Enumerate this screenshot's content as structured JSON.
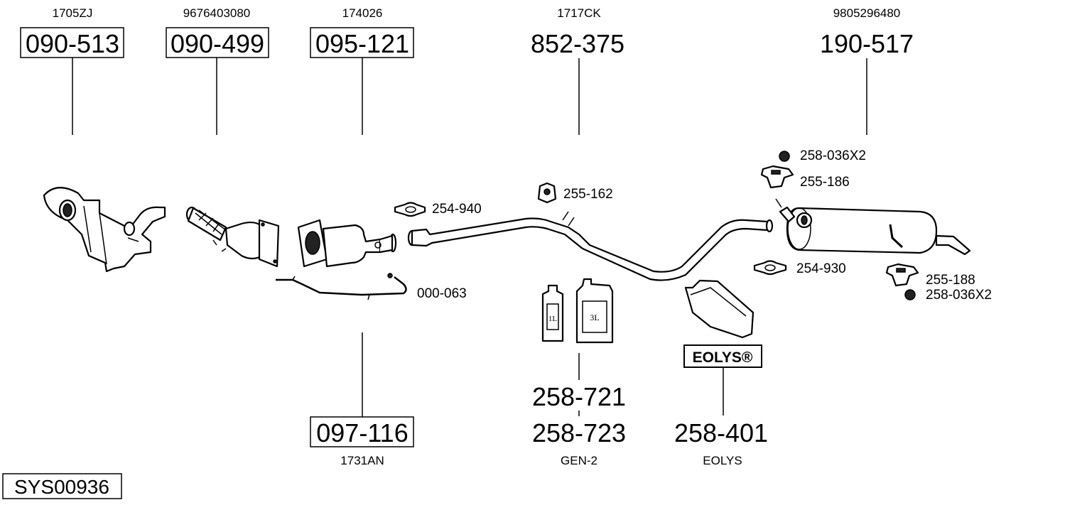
{
  "diagram_id": "SYS00936",
  "top_parts": [
    {
      "ref": "1705ZJ",
      "code": "090-513",
      "boxed": true
    },
    {
      "ref": "9676403080",
      "code": "090-499",
      "boxed": true
    },
    {
      "ref": "174026",
      "code": "095-121",
      "boxed": true
    },
    {
      "ref": "1717CK",
      "code": "852-375",
      "boxed": false
    },
    {
      "ref": "9805296480",
      "code": "190-517",
      "boxed": false
    }
  ],
  "bottom_parts": [
    {
      "code": "097-116",
      "ref": "1731AN",
      "boxed": true
    },
    {
      "code": "258-721",
      "code2": "258-723",
      "ref": "GEN-2"
    },
    {
      "code": "258-401",
      "ref": "EOLYS",
      "brand": "EOLYS®"
    }
  ],
  "small_labels": {
    "clamp_front": "254-940",
    "hanger_mid": "255-162",
    "sensor_pipe": "000-063",
    "nut_rear_top": "258-036X2",
    "hanger_rear_top": "255-186",
    "clamp_rear": "254-930",
    "hanger_rear_bottom": "255-188",
    "nut_rear_bottom": "258-036X2"
  },
  "bottles": {
    "small": "1L",
    "large": "3L"
  }
}
